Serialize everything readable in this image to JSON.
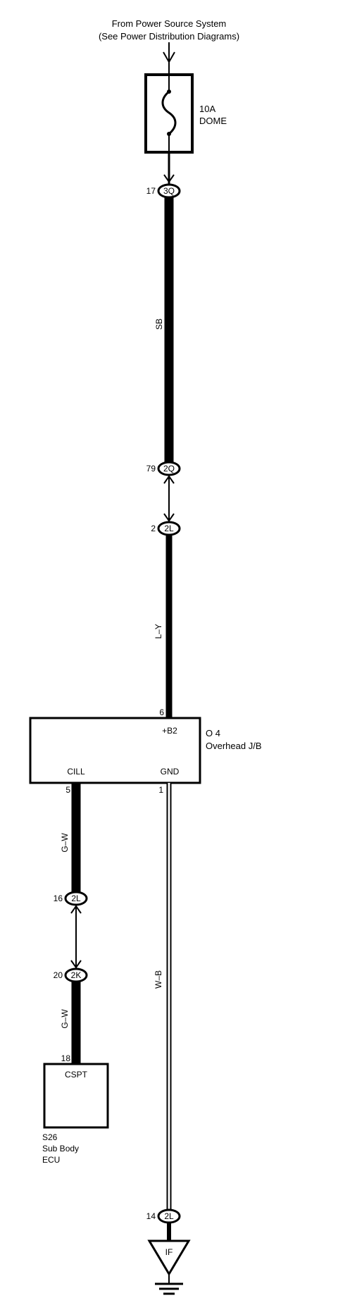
{
  "source": {
    "line1": "From Power Source System",
    "line2": "(See Power Distribution Diagrams)"
  },
  "fuse": {
    "rating": "10A",
    "name": "DOME"
  },
  "connectors": [
    {
      "id": "3Q",
      "pin": "17"
    },
    {
      "id": "2Q",
      "pin": "79"
    },
    {
      "id": "2L",
      "pin": "2"
    },
    {
      "id": "2L",
      "pin": "16"
    },
    {
      "id": "2K",
      "pin": "20"
    },
    {
      "id": "2L",
      "pin": "14"
    }
  ],
  "wires": {
    "sb": "SB",
    "l_y": "L–Y",
    "g_w_upper": "G–W",
    "g_w_lower": "G–W",
    "w_b": "W–B"
  },
  "junction_block": {
    "code": "O 4",
    "name": "Overhead J/B",
    "terminal_b2": "+B2",
    "terminal_cill": "CILL",
    "terminal_gnd": "GND",
    "pin_b2": "6",
    "pin_cill": "5",
    "pin_gnd": "1"
  },
  "ecu": {
    "code": "S26",
    "name_line1": "Sub Body",
    "name_line2": "ECU",
    "terminal": "CSPT",
    "pin": "18"
  },
  "ground": {
    "label": "IF"
  }
}
